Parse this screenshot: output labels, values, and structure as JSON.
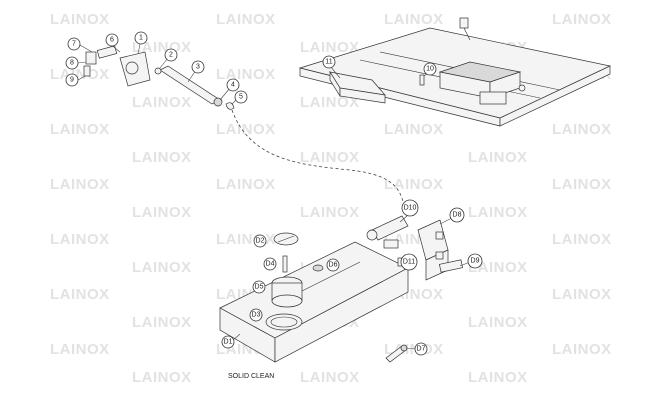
{
  "watermark": {
    "text": "LAINOX"
  },
  "caption": "SOLID CLEAN",
  "callouts": {
    "c1": "1",
    "c2": "2",
    "c3": "3",
    "c4": "4",
    "c5": "5",
    "c6": "6",
    "c7": "7",
    "c8": "8",
    "c9": "9",
    "c10": "10",
    "c11": "11",
    "d1": "D1",
    "d2": "D2",
    "d3": "D3",
    "d4": "D4",
    "d5": "D5",
    "d6": "D6",
    "d7": "D7",
    "d8": "D8",
    "d9": "D9",
    "d10": "D10",
    "d11": "D11"
  }
}
